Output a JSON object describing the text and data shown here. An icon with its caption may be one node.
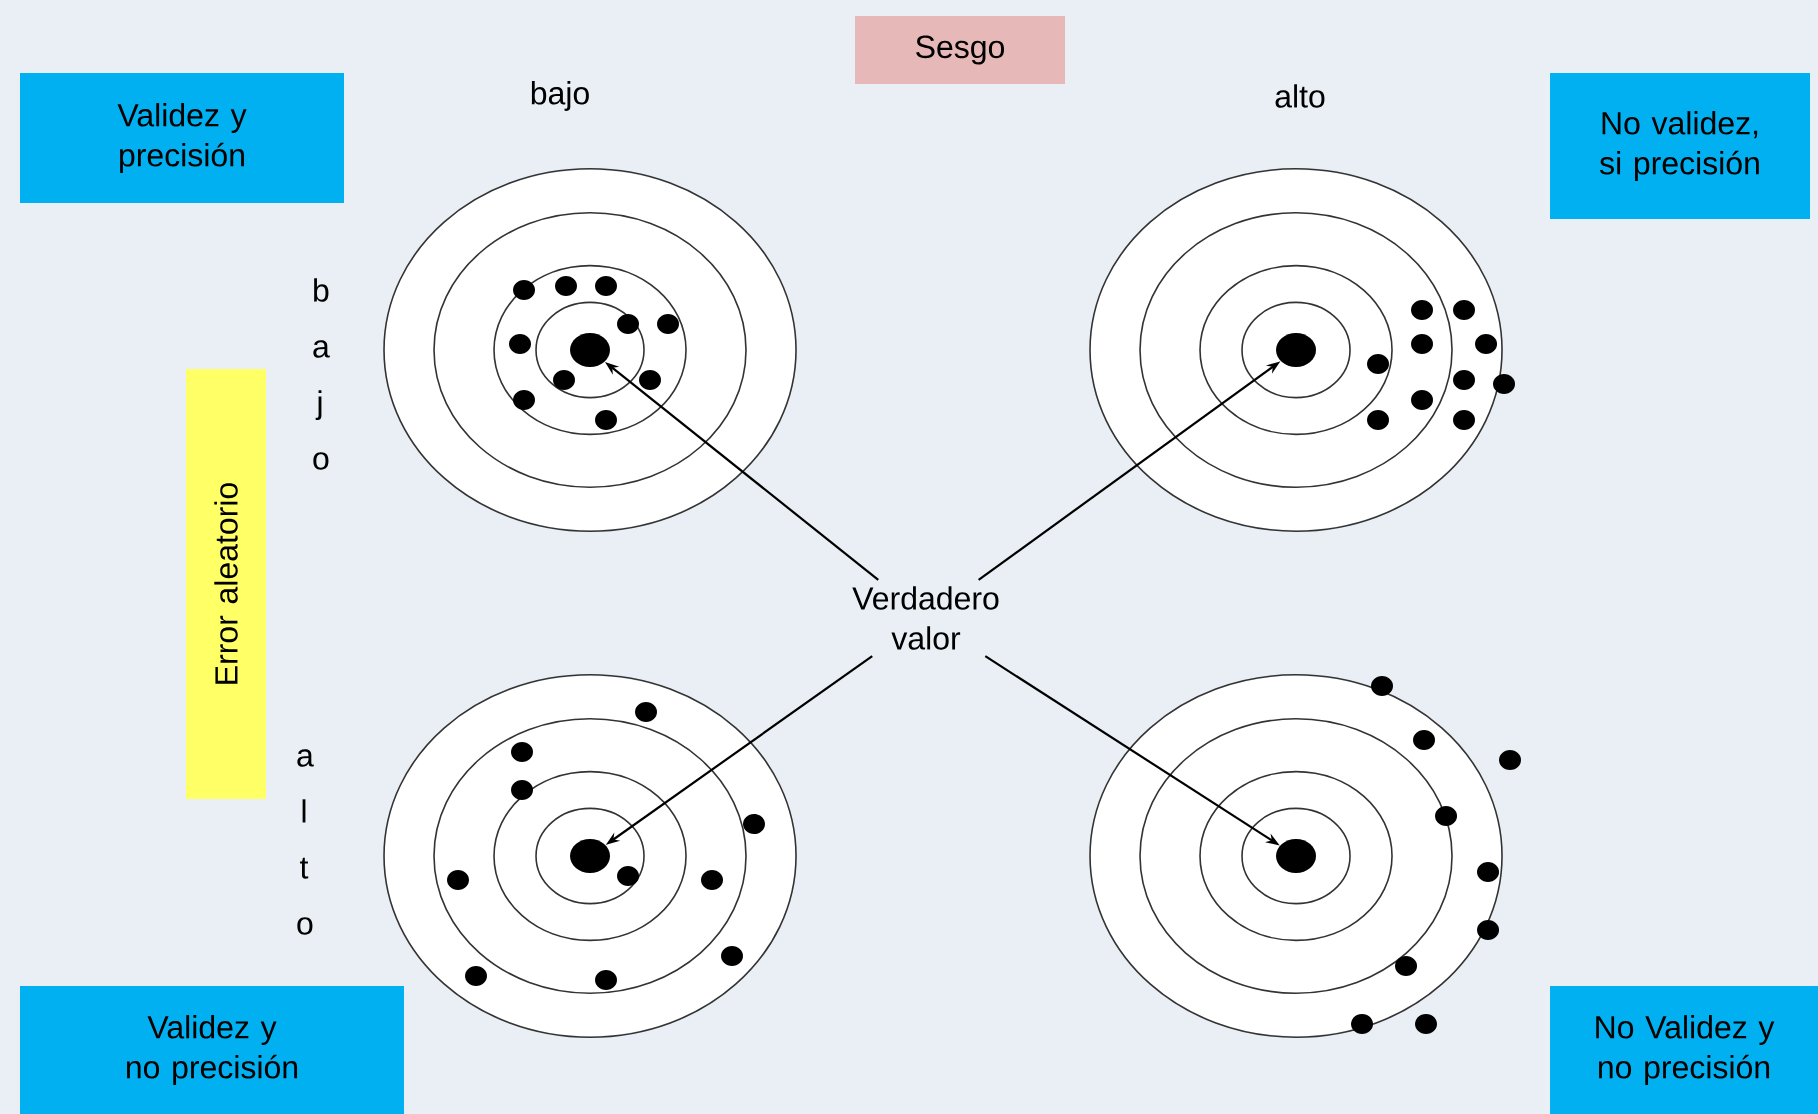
{
  "diagram": {
    "nodes": [
      {
        "text": [
          "Sesgo"
        ]
      },
      {
        "text": [
          "Validez y precisión"
        ]
      },
      {
        "text": [
          "No validez, si precisión"
        ]
      },
      {
        "text": [
          "Error aleatorio"
        ]
      },
      {
        "text": [
          "Verdadero valor"
        ]
      },
      {
        "text": [
          "Validez y no precisión"
        ]
      },
      {
        "text": [
          "No Validez y no precisión"
        ]
      },
      {
        "text": [],
        "shape": "circle"
      },
      {
        "text": [],
        "shape": "circle"
      },
      {
        "text": [],
        "shape": "circle"
      },
      {
        "text": [],
        "shape": "circle"
      }
    ],
    "edges": [
      {
        "from": 4,
        "to": 7,
        "arrow": "to"
      },
      {
        "from": 4,
        "to": 8,
        "arrow": "to"
      },
      {
        "from": 4,
        "to": 9,
        "arrow": "to"
      },
      {
        "from": 4,
        "to": 10,
        "arrow": "to"
      }
    ],
    "labels": [
      "bajo",
      "alto",
      "bajo",
      "alto"
    ]
  }
}
